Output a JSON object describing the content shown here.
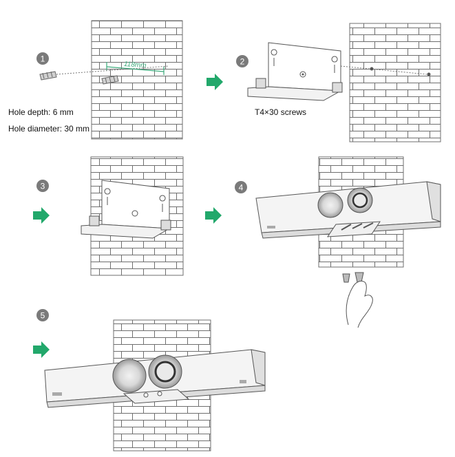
{
  "steps": [
    {
      "number": "1"
    },
    {
      "number": "2"
    },
    {
      "number": "3"
    },
    {
      "number": "4"
    },
    {
      "number": "5"
    }
  ],
  "step1": {
    "dimension_label": "118mm",
    "hole_depth": "Hole depth: 6 mm",
    "hole_diameter": "Hole diameter: 30 mm"
  },
  "step2": {
    "screws_label": "T4×30 screws"
  },
  "colors": {
    "badge": "#7a7a7a",
    "arrow": "#22a86b",
    "dimension": "#3aa97a",
    "line": "#555555"
  },
  "icons": [
    "wall-anchor-icon",
    "screw-icon",
    "mounting-bracket-icon",
    "video-bar-icon",
    "hand-icon",
    "next-step-arrow-icon"
  ]
}
